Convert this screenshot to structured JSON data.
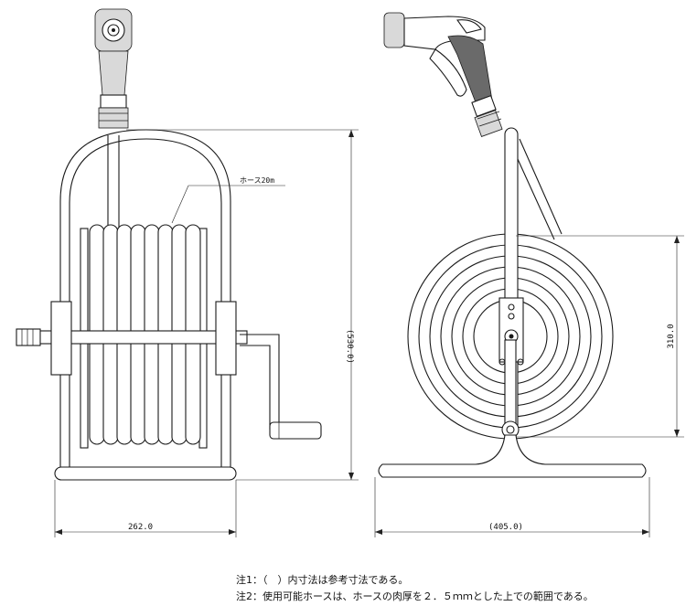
{
  "labels": {
    "hose": "ホース20m",
    "dim_height": "(530.0)",
    "dim_width_front": "262.0",
    "dim_width_side": "(405.0)",
    "dim_reel": "310.0"
  },
  "notes": [
    "注1：（　）内寸法は参考寸法である。",
    "注2：使用可能ホースは、ホースの肉厚を２．５ｍｍとした上での範囲である。"
  ]
}
